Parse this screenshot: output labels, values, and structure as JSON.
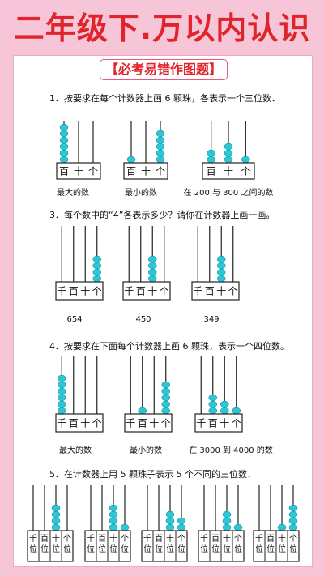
{
  "title": "二年级下.万以内认识",
  "badge": "【必考易错作图题】",
  "questions": {
    "q1": "1．按要求在每个计数器上画 6 颗珠，各表示一个三位数．",
    "q3": "3．每个数中的“4”各表示多少？请你在计数器上画一画。",
    "q4": "4．按要求在下面每个计数器上画 6 颗珠，表示一个四位数。",
    "q5": "5．在计数器上用 5 颗珠子表示 5 个不同的三位数．"
  },
  "q1_labels": [
    "最大的数",
    "最小的数",
    "在 200 与 300 之间的数"
  ],
  "q3_labels": [
    "654",
    "450",
    "349"
  ],
  "q4_labels": [
    "最大的数",
    "最小的数",
    "在 3000 到 4000 的数"
  ],
  "place3": [
    "百",
    "十",
    "个"
  ],
  "place4": [
    "千",
    "百",
    "十",
    "个"
  ],
  "place5": [
    "千位",
    "百位",
    "十位",
    "个位"
  ],
  "colors": {
    "bead": "#2cc6d4",
    "title": "#e0242c",
    "border": "#f0a8c4"
  },
  "abacus": {
    "q1": [
      [
        6,
        0,
        0
      ],
      [
        1,
        0,
        5
      ],
      [
        2,
        3,
        1
      ]
    ],
    "q3": [
      [
        0,
        0,
        0,
        4
      ],
      [
        0,
        0,
        4,
        0
      ],
      [
        0,
        0,
        4,
        0
      ]
    ],
    "q4": [
      [
        6,
        0,
        0,
        0
      ],
      [
        0,
        1,
        0,
        5
      ],
      [
        0,
        3,
        2,
        1
      ]
    ],
    "q5": [
      [
        0,
        0,
        4,
        0
      ],
      [
        0,
        0,
        4,
        1
      ],
      [
        0,
        0,
        3,
        2
      ],
      [
        0,
        0,
        3,
        1
      ],
      [
        0,
        0,
        1,
        4
      ]
    ]
  }
}
